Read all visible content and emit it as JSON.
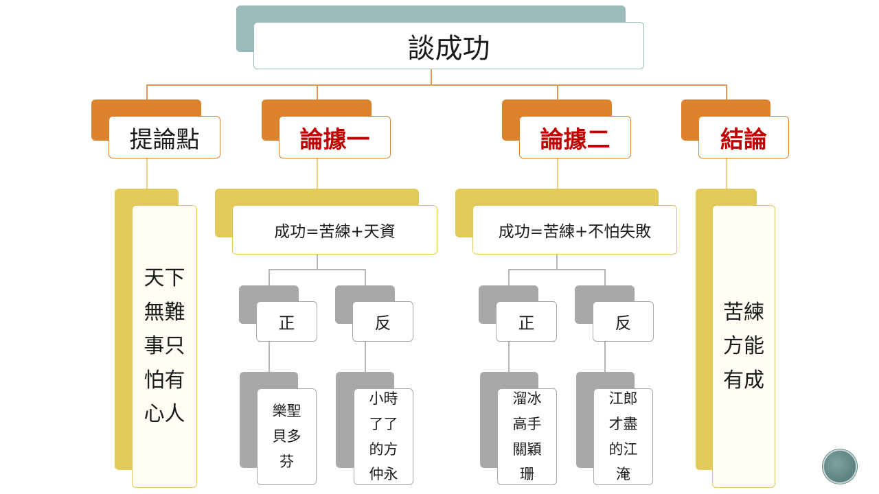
{
  "title": "談成功",
  "branches": [
    {
      "label": "提論點",
      "body": "天下\n無難\n事只\n怕有\n心人"
    },
    {
      "label": "論據一",
      "formula": "成功=苦練+天資",
      "pro": {
        "label": "正",
        "example": "樂聖\n貝多\n芬"
      },
      "con": {
        "label": "反",
        "example": "小時\n了了\n的方\n仲永"
      }
    },
    {
      "label": "論據二",
      "formula": "成功=苦練+不怕失敗",
      "pro": {
        "label": "正",
        "example": "溜冰\n高手\n關穎\n珊"
      },
      "con": {
        "label": "反",
        "example": "江郎\n才盡\n的江\n淹"
      }
    },
    {
      "label": "結論",
      "body": "苦練\n方能\n有成"
    }
  ],
  "colors": {
    "teal": "#9bbcba",
    "orange": "#dd8330",
    "yellow": "#e2c95a",
    "gray": "#a8a8a6",
    "red": "#c00000"
  }
}
